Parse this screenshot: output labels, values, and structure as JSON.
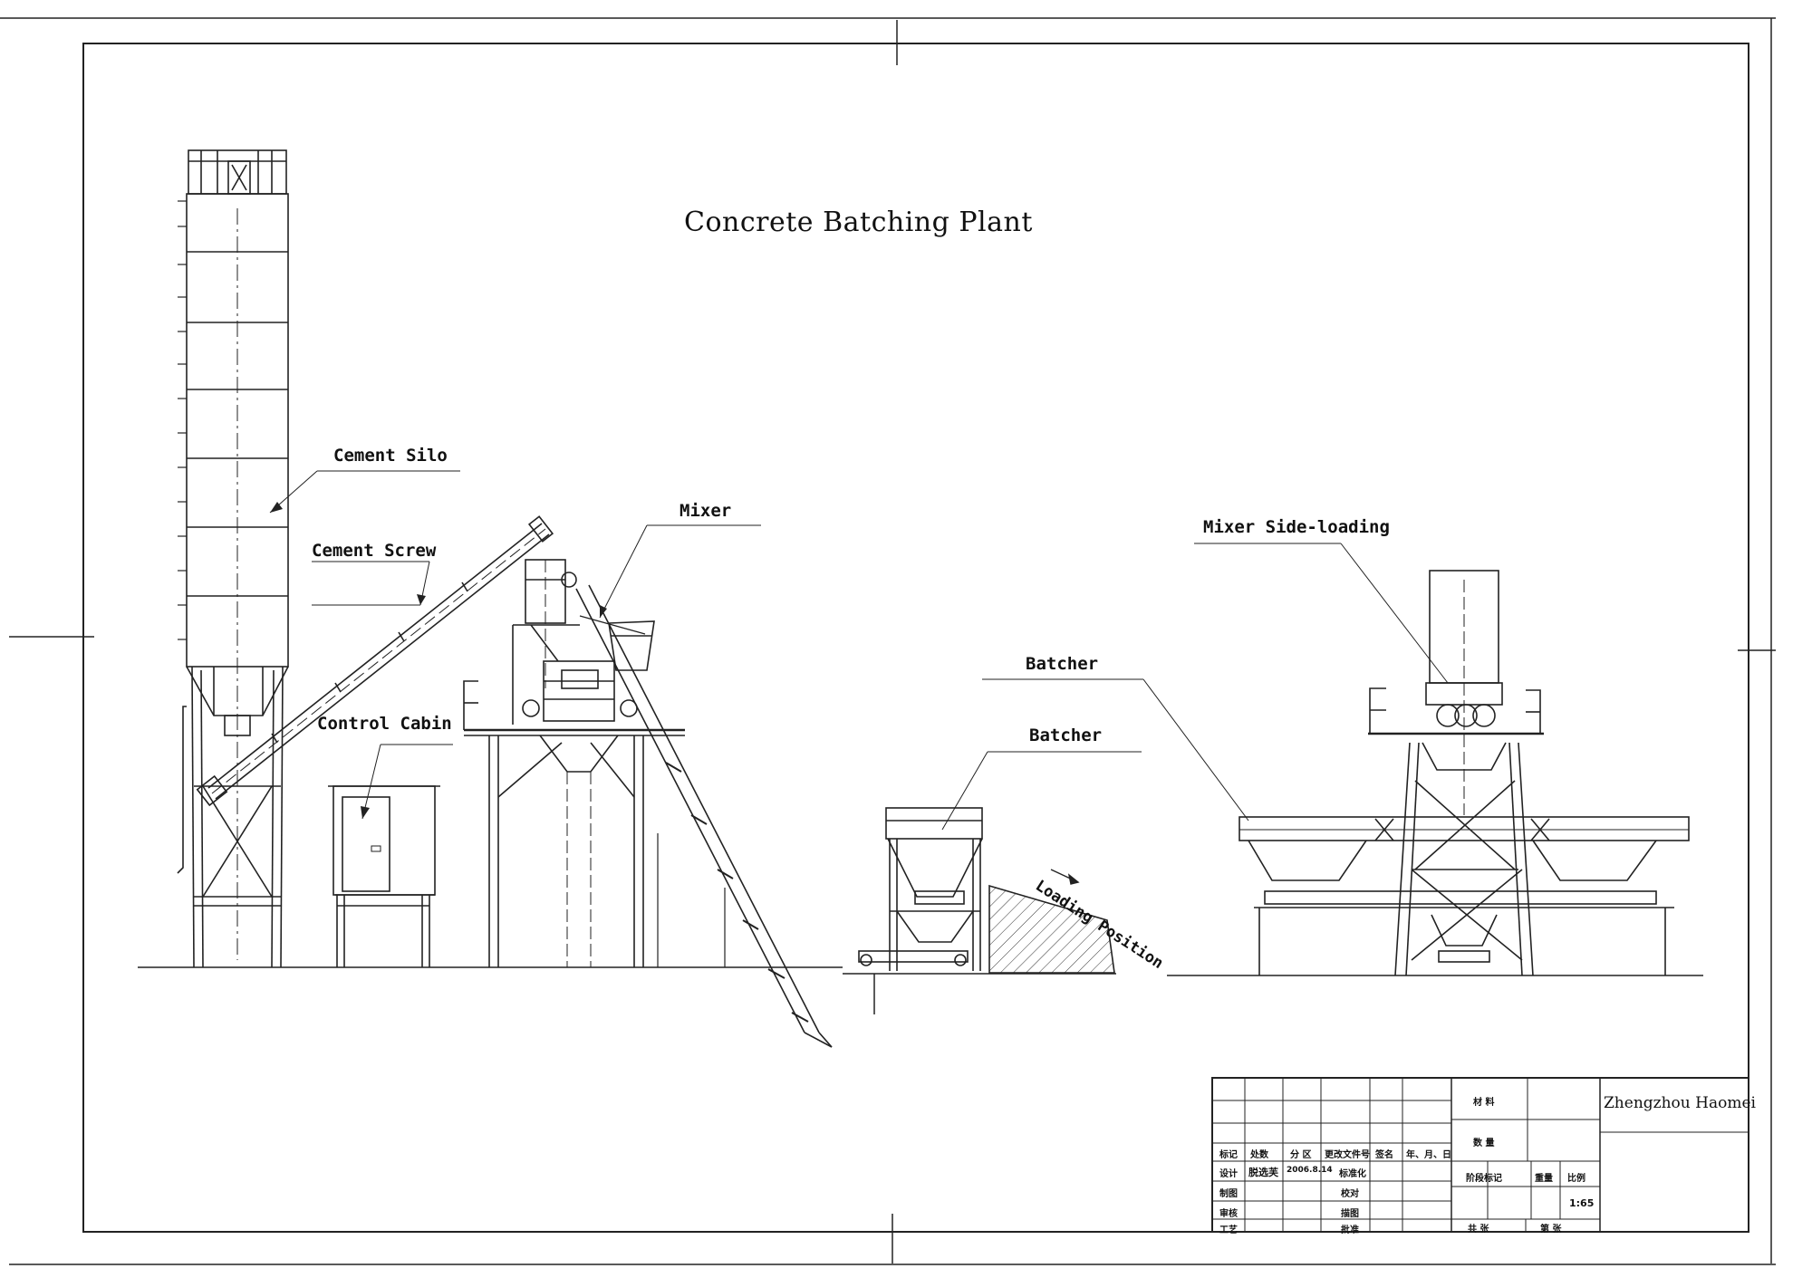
{
  "title": "Concrete Batching Plant",
  "labels": {
    "cement_silo": "Cement Silo",
    "cement_screw": "Cement Screw",
    "control_cabin": "Control Cabin",
    "mixer": "Mixer",
    "mixer_side_loading": "Mixer Side-loading",
    "batcher_1": "Batcher",
    "batcher_2": "Batcher",
    "loading_position": "Loading Position"
  },
  "title_block": {
    "company": "Zhengzhou Haomei",
    "scale": "1:65",
    "material": "材 料",
    "quantity": "数 量",
    "stage_mark": "阶段标记",
    "weight": "重量",
    "ratio": "比例",
    "total": "共 张",
    "sheet": "第 张",
    "mark": "标记",
    "count": "处数",
    "zone": "分 区",
    "change_doc": "更改文件号",
    "signature": "签名",
    "date": "年、月、日",
    "design": "设计",
    "designer": "脱选芙",
    "design_date": "2006.8.14",
    "standardize": "标准化",
    "draw": "制图",
    "check": "校对",
    "review": "审核",
    "trace": "描图",
    "process": "工艺",
    "approve": "批准"
  }
}
